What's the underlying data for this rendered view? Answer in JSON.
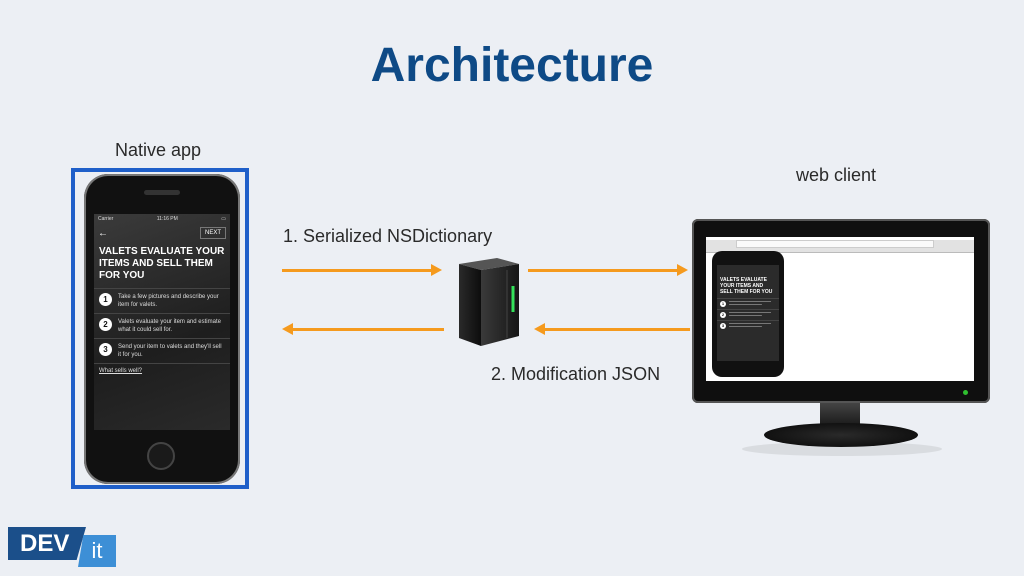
{
  "slide": {
    "title": "Architecture",
    "native_label": "Native app",
    "web_label": "web client"
  },
  "arrows": {
    "label_top": "1. Serialized NSDictionary",
    "label_bottom": "2. Modification JSON",
    "color": "#f59a1d"
  },
  "phone": {
    "carrier": "Carrier",
    "time": "11:16 PM",
    "next_label": "NEXT",
    "headline": "VALETS EVALUATE YOUR ITEMS AND SELL THEM FOR YOU",
    "steps": [
      {
        "num": "1",
        "text": "Take a few pictures and describe your item for valets."
      },
      {
        "num": "2",
        "text": "Valets evaluate your item and estimate what it could sell for."
      },
      {
        "num": "3",
        "text": "Send your item to valets and they'll sell it for you."
      }
    ],
    "link": "What sells well?"
  },
  "web_client_phone": {
    "headline": "VALETS EVALUATE YOUR ITEMS AND SELL THEM FOR YOU",
    "steps": [
      "1",
      "2",
      "3"
    ]
  },
  "logo": {
    "part1": "DEV",
    "part2": "it",
    "colors": {
      "dev": "#1b4f8a",
      "it": "#3d8fd6"
    }
  },
  "colors": {
    "title": "#0e4a86",
    "highlight_box": "#1f5fc9",
    "background": "#eceff4"
  }
}
